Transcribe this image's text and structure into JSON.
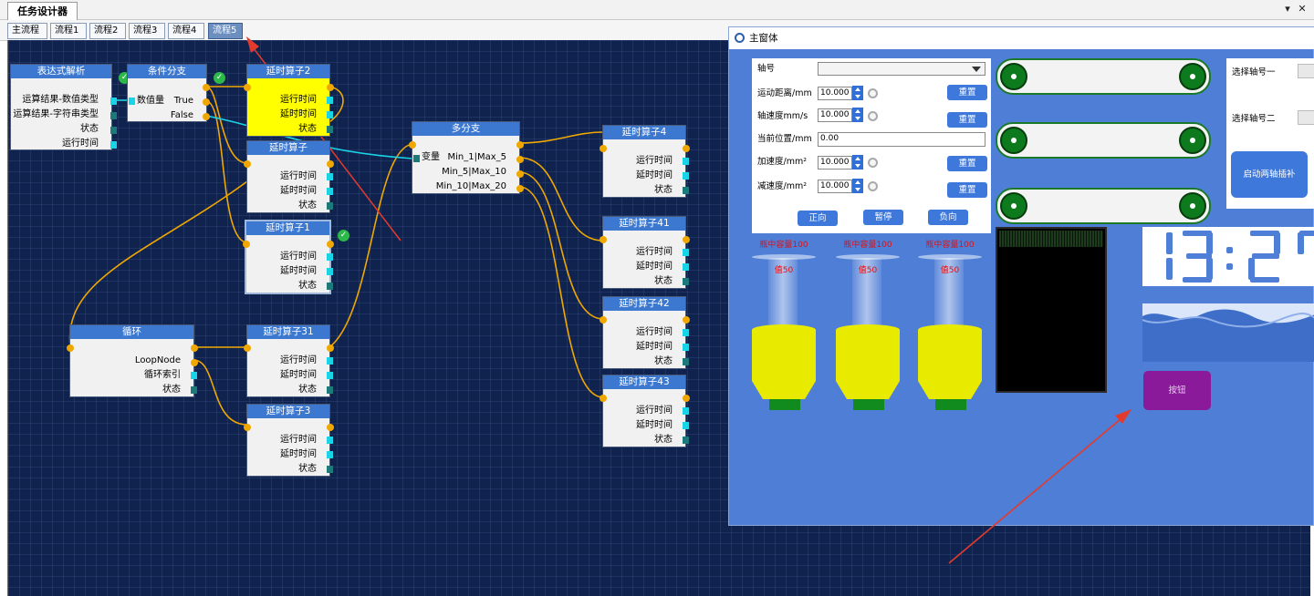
{
  "window": {
    "title": "任务设计器",
    "pin_icon": "pin-icon",
    "close_icon": "close-icon"
  },
  "tabs": [
    "主流程",
    "流程1",
    "流程2",
    "流程3",
    "流程4",
    "流程5"
  ],
  "active_tab": "流程5",
  "nodes": {
    "expr": {
      "title": "表达式解析",
      "rows": [
        "运算结果-数值类型",
        "运算结果-字符串类型",
        "状态",
        "运行时间"
      ]
    },
    "cond": {
      "title": "条件分支",
      "input": "数值量",
      "outputs": [
        "True",
        "False"
      ]
    },
    "d2": {
      "title": "延时算子2",
      "rows": [
        "运行时间",
        "延时时间",
        "状态"
      ]
    },
    "d0": {
      "title": "延时算子",
      "rows": [
        "运行时间",
        "延时时间",
        "状态"
      ]
    },
    "d1": {
      "title": "延时算子1",
      "rows": [
        "运行时间",
        "延时时间",
        "状态"
      ]
    },
    "multi": {
      "title": "多分支",
      "input": "变量",
      "outputs": [
        "Min_1|Max_5",
        "Min_5|Max_10",
        "Min_10|Max_20"
      ]
    },
    "d4": {
      "title": "延时算子4",
      "rows": [
        "运行时间",
        "延时时间",
        "状态"
      ]
    },
    "d41": {
      "title": "延时算子41",
      "rows": [
        "运行时间",
        "延时时间",
        "状态"
      ]
    },
    "d42": {
      "title": "延时算子42",
      "rows": [
        "运行时间",
        "延时时间",
        "状态"
      ]
    },
    "d43": {
      "title": "延时算子43",
      "rows": [
        "运行时间",
        "延时时间",
        "状态"
      ]
    },
    "loop": {
      "title": "循环",
      "rows": [
        "LoopNode",
        "循环索引",
        "状态"
      ]
    },
    "d31": {
      "title": "延时算子31",
      "rows": [
        "运行时间",
        "延时时间",
        "状态"
      ]
    },
    "d3": {
      "title": "延时算子3",
      "rows": [
        "运行时间",
        "延时时间",
        "状态"
      ]
    }
  },
  "main_form": {
    "title": "主窗体",
    "axis_label": "轴号",
    "axis_value": "",
    "fields": [
      {
        "label": "运动距离/mm",
        "value": "10.000",
        "button": "重置"
      },
      {
        "label": "轴速度mm/s",
        "value": "10.000",
        "button": "重置"
      },
      {
        "label": "当前位置/mm",
        "value": "0.00"
      },
      {
        "label": "加速度/mm²",
        "value": "10.000",
        "button": "重置"
      },
      {
        "label": "减速度/mm²",
        "value": "10.000",
        "button": "重置"
      }
    ],
    "motion_buttons": [
      "正向",
      "暂停",
      "负向"
    ],
    "tanks": [
      {
        "capacity": "瓶中容量100",
        "value": "值50"
      },
      {
        "capacity": "瓶中容量100",
        "value": "值50"
      },
      {
        "capacity": "瓶中容量100",
        "value": "值50"
      }
    ],
    "select_axis_1": "选择轴号一",
    "select_axis_2": "选择轴号二",
    "interp_button": "启动两轴插补",
    "clock_text": "13:2",
    "purple_button": "按钮",
    "colors": {
      "form_bg": "#4f7ed6",
      "tank_yellow": "#e8ea00",
      "purple": "#8a1a9a",
      "canvas": "#10224e",
      "wire": "#f0a800"
    }
  }
}
